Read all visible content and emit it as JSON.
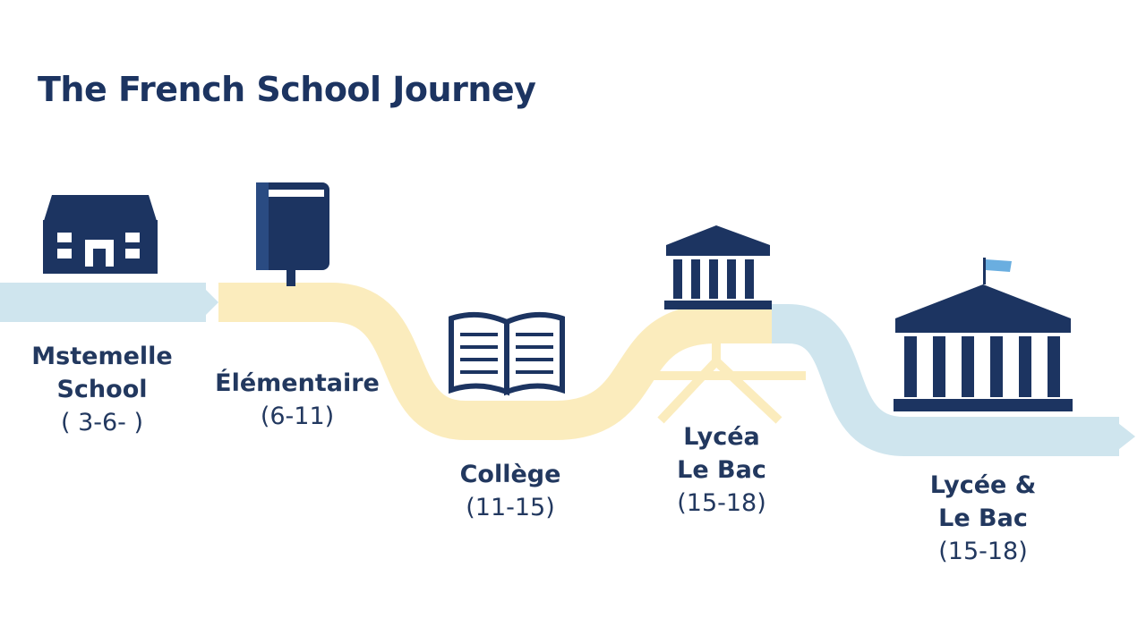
{
  "title": "The French School Journey",
  "colors": {
    "navy": "#1c3461",
    "path_blue": "#cfe5ee",
    "path_yellow": "#fbecbd",
    "flag": "#6aaee0",
    "background": "#ffffff"
  },
  "stages": [
    {
      "name_lines": [
        "Mstemelle",
        "School"
      ],
      "range": "( 3-6-  )",
      "icon": "school-house-icon"
    },
    {
      "name_lines": [
        "Élémentaire"
      ],
      "range": "(6-11)",
      "icon": "book-closed-icon"
    },
    {
      "name_lines": [
        "Collège"
      ],
      "range": "(11-15)",
      "icon": "open-book-icon"
    },
    {
      "name_lines": [
        "Lycéa",
        "Le Bac"
      ],
      "range": "(15-18)",
      "icon": "small-columned-building-icon"
    },
    {
      "name_lines": [
        "Lycée &",
        "Le Bac"
      ],
      "range": "(15-18)",
      "icon": "university-flag-icon"
    }
  ]
}
